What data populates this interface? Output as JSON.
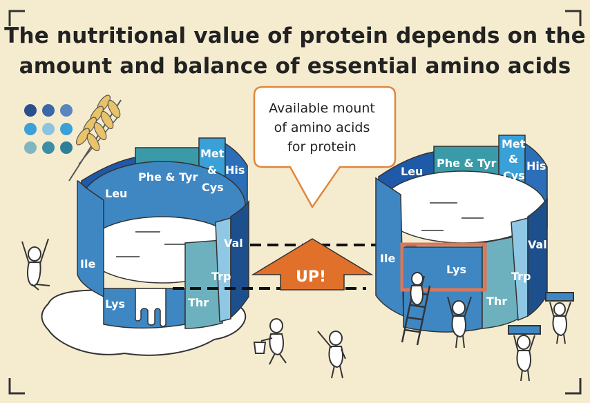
{
  "title": {
    "line1": "The nutritional value of protein depends on the",
    "line2": "amount and balance of essential amino acids"
  },
  "callout": {
    "line1": "Available mount",
    "line2": "of amino acids",
    "line3": "for protein"
  },
  "arrow_label": "UP!",
  "colors": {
    "background": "#f5ecd0",
    "barrel_blue": "#3f87c3",
    "barrel_dark": "#1d4f8c",
    "barrel_teal": "#4fa7b5",
    "arrow_orange": "#e0702a",
    "highlight_box": "#d9775a",
    "milk": "#ffffff"
  },
  "left_barrel": {
    "staves": {
      "leu": "Leu",
      "phe_tyr": "Phe & Tyr",
      "met": "Met",
      "amp": "&",
      "cys": "Cys",
      "his": "His",
      "val": "Val",
      "trp": "Trp",
      "thr": "Thr",
      "lys": "Lys",
      "ile": "Ile"
    }
  },
  "right_barrel": {
    "staves": {
      "leu": "Leu",
      "phe_tyr": "Phe & Tyr",
      "met": "Met",
      "amp": "&",
      "cys": "Cys",
      "his": "His",
      "val": "Val",
      "trp": "Trp",
      "thr": "Thr",
      "lys": "Lys",
      "ile": "Ile"
    }
  },
  "icons": {
    "dots": "blue-dot-grid-icon",
    "wheat": "wheat-icon",
    "people": "stick-person-icon",
    "ladder": "ladder-icon",
    "bucket": "bucket-icon"
  }
}
